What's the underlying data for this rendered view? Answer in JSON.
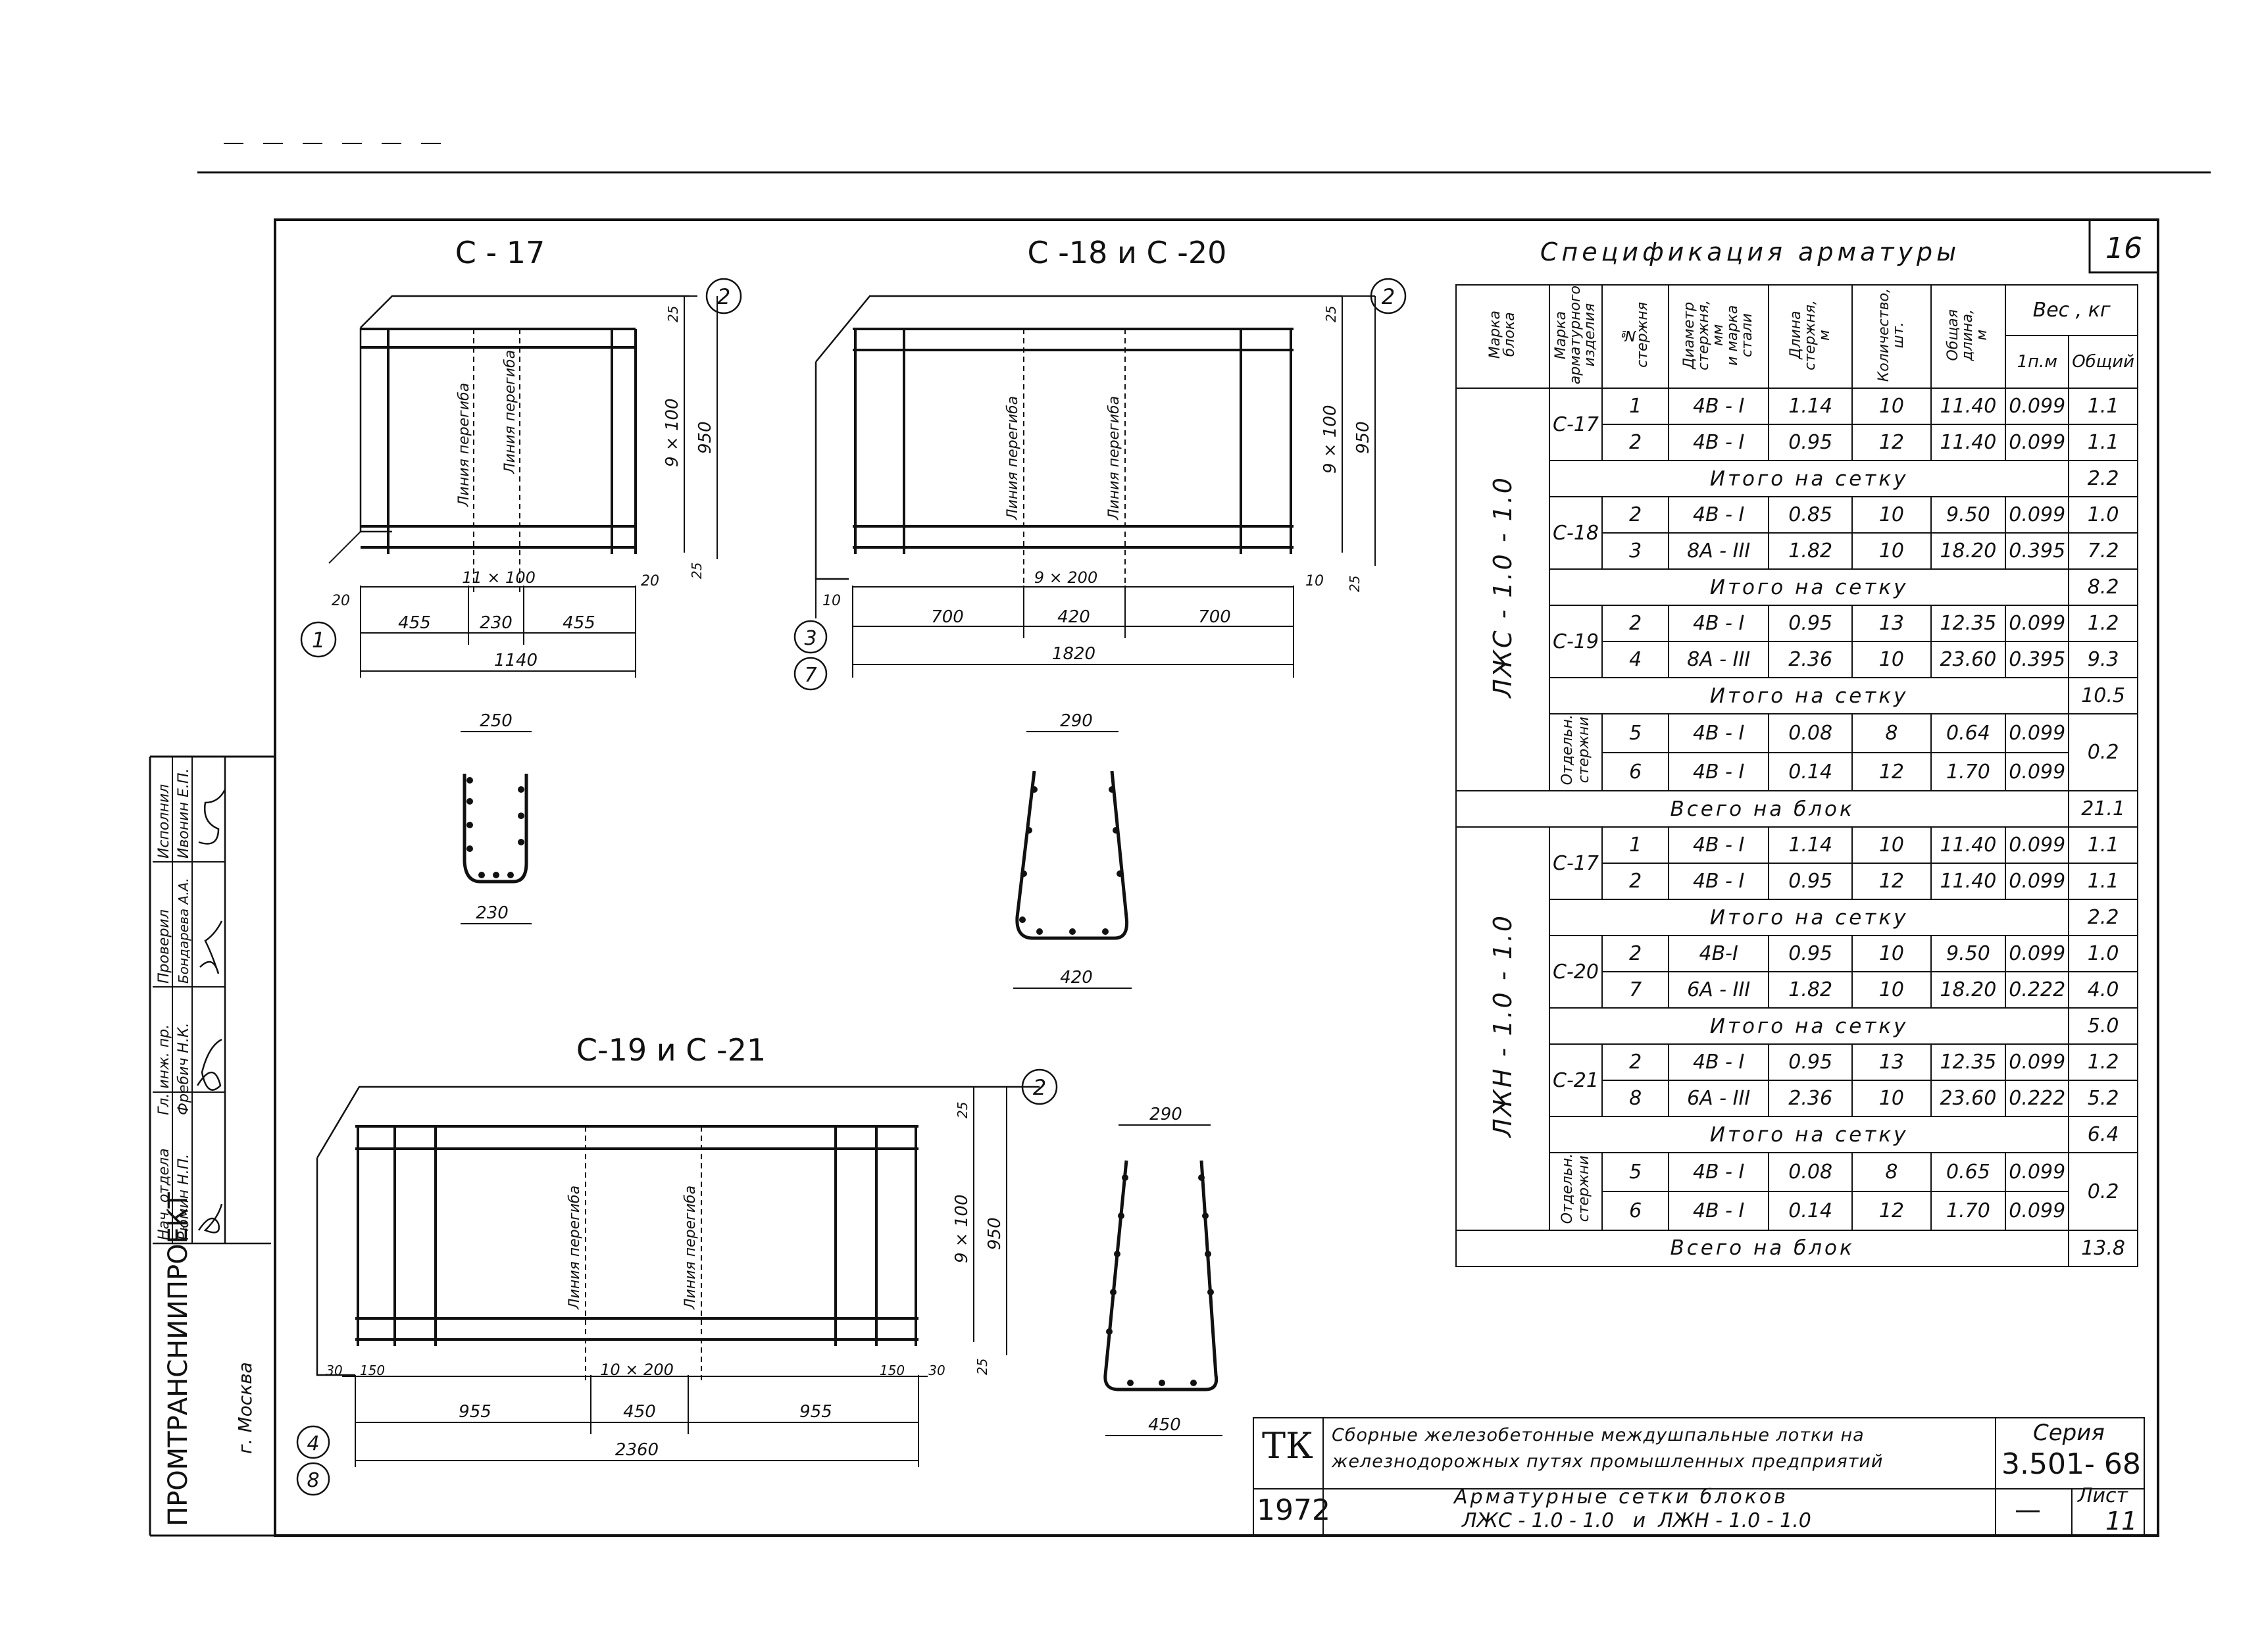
{
  "sheet_number": "16",
  "views": {
    "c17": {
      "title": "С - 17",
      "callout": "2",
      "bend_labels": [
        "Линия перегиба",
        "Линия перегиба"
      ],
      "pitch": "11 × 100",
      "height_pitch": "9 × 100",
      "height_total": "950",
      "edge_top": "25",
      "edge_bottom": "25",
      "edge_left": "20",
      "edge_right": "20",
      "dims": [
        "455",
        "230",
        "455"
      ],
      "total": "1140",
      "marker": "1"
    },
    "c18": {
      "title": "С -18 и С -20",
      "callout": "2",
      "bend_labels": [
        "Линия перегиба",
        "Линия перегиба"
      ],
      "pitch": "9 × 200",
      "height_pitch": "9 × 100",
      "height_total": "950",
      "edge_top": "25",
      "edge_bottom": "25",
      "edge_left": "10",
      "edge_right": "10",
      "dims": [
        "700",
        "420",
        "700"
      ],
      "total": "1820",
      "markers": [
        "3",
        "7"
      ]
    },
    "c19": {
      "title": "С-19 и С -21",
      "callout": "2",
      "bend_labels": [
        "Линия перегиба",
        "Линия перегиба"
      ],
      "pitch": "10 × 200",
      "height_pitch": "9 × 100",
      "height_total": "950",
      "edge_top": "25",
      "edge_bottom": "25",
      "edge_left": "30",
      "edge_right": "30",
      "inner_left": "150",
      "inner_right": "150",
      "dims": [
        "955",
        "450",
        "955"
      ],
      "total": "2360",
      "markers": [
        "4",
        "8"
      ]
    },
    "sections": [
      {
        "top": "250",
        "bottom": "230"
      },
      {
        "top": "290",
        "bottom": "420"
      },
      {
        "top": "290",
        "bottom": "450"
      }
    ]
  },
  "spec": {
    "title": "Спецификация арматуры",
    "headers": {
      "block": "Марка\nблока",
      "item": "Марка\nарматурного\nизделия",
      "bar": "№\nстержня",
      "diameter": "Диаметр\nстержня,\nмм\nи марка\nстали",
      "length": "Длина\nстержня,\nм",
      "qty": "Количество,\nшт.",
      "total_len": "Общая\nдлина,\nм",
      "weight": "Вес , кг",
      "per_m": "1п.м",
      "total_w": "Общий"
    },
    "groups": [
      {
        "block": "ЛЖС - 1.0 - 1.0",
        "items": [
          {
            "name": "С-17",
            "rows": [
              {
                "n": "1",
                "d": "4В - I",
                "l": "1.14",
                "q": "10",
                "tl": "11.40",
                "pm": "0.099",
                "w": "1.1"
              },
              {
                "n": "2",
                "d": "4В - I",
                "l": "0.95",
                "q": "12",
                "tl": "11.40",
                "pm": "0.099",
                "w": "1.1"
              }
            ],
            "subtotal": {
              "label": "Итого на сетку",
              "w": "2.2"
            }
          },
          {
            "name": "С-18",
            "rows": [
              {
                "n": "2",
                "d": "4В - I",
                "l": "0.85",
                "q": "10",
                "tl": "9.50",
                "pm": "0.099",
                "w": "1.0"
              },
              {
                "n": "3",
                "d": "8А - III",
                "l": "1.82",
                "q": "10",
                "tl": "18.20",
                "pm": "0.395",
                "w": "7.2"
              }
            ],
            "subtotal": {
              "label": "Итого на сетку",
              "w": "8.2"
            }
          },
          {
            "name": "С-19",
            "rows": [
              {
                "n": "2",
                "d": "4В - I",
                "l": "0.95",
                "q": "13",
                "tl": "12.35",
                "pm": "0.099",
                "w": "1.2"
              },
              {
                "n": "4",
                "d": "8А - III",
                "l": "2.36",
                "q": "10",
                "tl": "23.60",
                "pm": "0.395",
                "w": "9.3"
              }
            ],
            "subtotal": {
              "label": "Итого на сетку",
              "w": "10.5"
            }
          }
        ],
        "separate": {
          "name": "Отдельн. стержни",
          "w": "0.2",
          "rows": [
            {
              "n": "5",
              "d": "4В - I",
              "l": "0.08",
              "q": "8",
              "tl": "0.64",
              "pm": "0.099"
            },
            {
              "n": "6",
              "d": "4В - I",
              "l": "0.14",
              "q": "12",
              "tl": "1.70",
              "pm": "0.099"
            }
          ]
        },
        "total": {
          "label": "Всего на блок",
          "w": "21.1"
        }
      },
      {
        "block": "ЛЖН - 1.0 - 1.0",
        "items": [
          {
            "name": "С-17",
            "rows": [
              {
                "n": "1",
                "d": "4В - I",
                "l": "1.14",
                "q": "10",
                "tl": "11.40",
                "pm": "0.099",
                "w": "1.1"
              },
              {
                "n": "2",
                "d": "4В - I",
                "l": "0.95",
                "q": "12",
                "tl": "11.40",
                "pm": "0.099",
                "w": "1.1"
              }
            ],
            "subtotal": {
              "label": "Итого на сетку",
              "w": "2.2"
            }
          },
          {
            "name": "С-20",
            "rows": [
              {
                "n": "2",
                "d": "4В-I",
                "l": "0.95",
                "q": "10",
                "tl": "9.50",
                "pm": "0.099",
                "w": "1.0"
              },
              {
                "n": "7",
                "d": "6А - III",
                "l": "1.82",
                "q": "10",
                "tl": "18.20",
                "pm": "0.222",
                "w": "4.0"
              }
            ],
            "subtotal": {
              "label": "Итого на сетку",
              "w": "5.0"
            }
          },
          {
            "name": "С-21",
            "rows": [
              {
                "n": "2",
                "d": "4В - I",
                "l": "0.95",
                "q": "13",
                "tl": "12.35",
                "pm": "0.099",
                "w": "1.2"
              },
              {
                "n": "8",
                "d": "6А - III",
                "l": "2.36",
                "q": "10",
                "tl": "23.60",
                "pm": "0.222",
                "w": "5.2"
              }
            ],
            "subtotal": {
              "label": "Итого на сетку",
              "w": "6.4"
            }
          }
        ],
        "separate": {
          "name": "Отдельн. стержни",
          "w": "0.2",
          "rows": [
            {
              "n": "5",
              "d": "4В - I",
              "l": "0.08",
              "q": "8",
              "tl": "0.65",
              "pm": "0.099"
            },
            {
              "n": "6",
              "d": "4В - I",
              "l": "0.14",
              "q": "12",
              "tl": "1.70",
              "pm": "0.099"
            }
          ]
        },
        "total": {
          "label": "Всего на блок",
          "w": "13.8"
        }
      }
    ]
  },
  "title_block": {
    "org_code": "ТК",
    "year": "1972",
    "description_line1": "Сборные железобетонные междушпальные лотки на",
    "description_line2": "железнодорожных путях промышленных предприятий",
    "series_label": "Серия",
    "series_value": "3.501- 68",
    "sheet_title_line1": "Арматурные сетки блоков",
    "sheet_title_line2": "ЛЖС - 1.0 - 1.0   и  ЛЖН - 1.0 - 1.0",
    "dash": "—",
    "sheet_label": "Лист",
    "sheet_value": "11"
  },
  "stamp": {
    "org": "ПРОМТРАНСНИИПРОЕКТ",
    "city": "г. Москва",
    "roles": [
      "Нач. отдела",
      "Гл. инж. пр.",
      "Проверил",
      "Исполнил"
    ],
    "names": [
      "Рюмин Н.П.",
      "Фребич Н.К.",
      "Бондарева А.А.",
      "Ивонин Е.П."
    ]
  }
}
